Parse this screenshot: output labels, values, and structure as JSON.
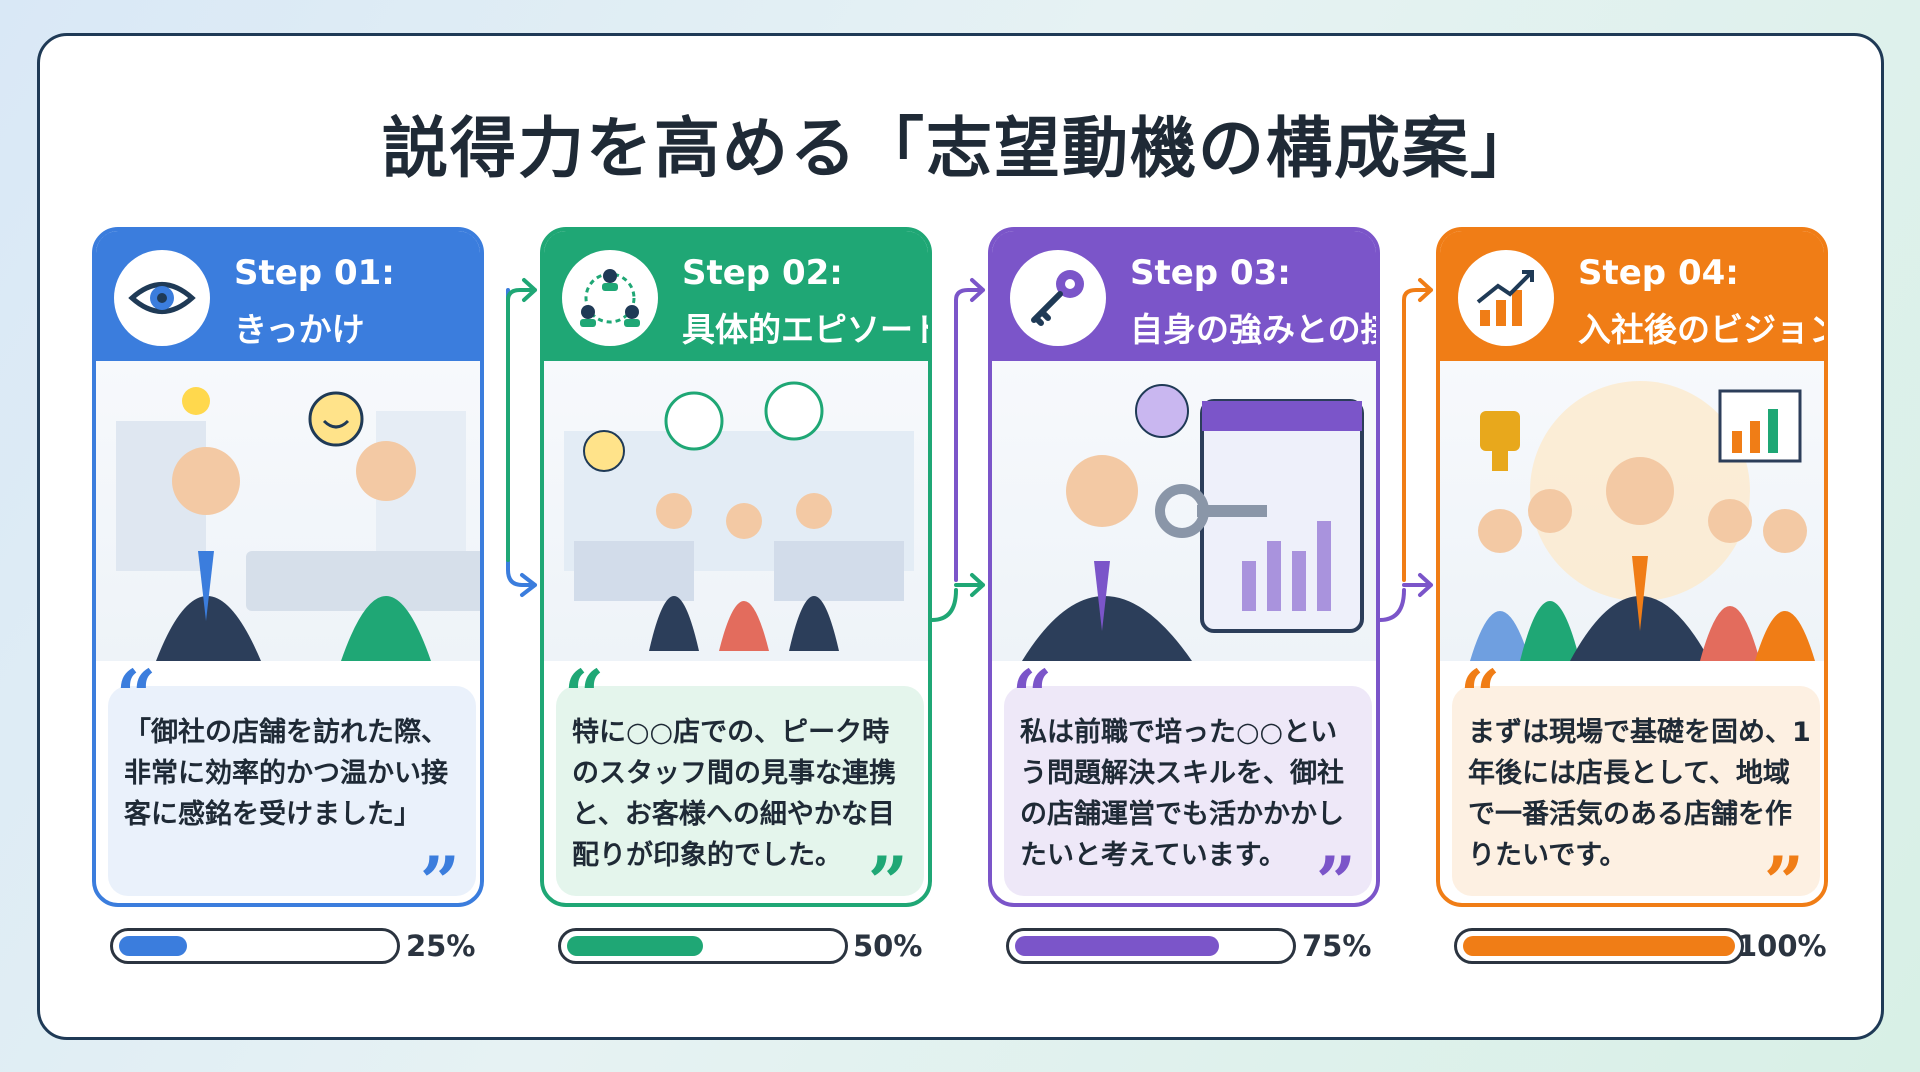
{
  "title": "説得力を高める「志望動機の構成案」",
  "steps": [
    {
      "step": "Step 01:",
      "label": "きっかけ",
      "quote": "「御社の店舗を訪れた際、非常に効率的かつ温かい接客に感銘を受けました」",
      "progress": 25,
      "progress_label": "25%",
      "color": "#3b7ddd",
      "light": "#eaf1fb",
      "icon": "eye-icon"
    },
    {
      "step": "Step 02:",
      "label": "具体的エピソード",
      "quote": "特に○○店での、ピーク時のスタッフ間の見事な連携と、お客様への細やかな目配りが印象的でした。",
      "progress": 50,
      "progress_label": "50%",
      "color": "#1fa775",
      "light": "#e4f5ec",
      "icon": "team-network-icon"
    },
    {
      "step": "Step 03:",
      "label": "自身の強みとの接続",
      "quote": "私は前職で培った○○という問題解決スキルを、御社の店舗運営でも活かかかしたいと考えています。",
      "progress": 75,
      "progress_label": "75%",
      "color": "#7b55c9",
      "light": "#eee8f8",
      "icon": "key-icon"
    },
    {
      "step": "Step 04:",
      "label": "入社後のビジョン",
      "quote": "まずは現場で基礎を固め、1年後には店長として、地域で一番活気のある店舗を作りたいです。",
      "progress": 100,
      "progress_label": "100%",
      "color": "#f07d16",
      "light": "#fdf0e2",
      "icon": "growth-chart-icon"
    }
  ]
}
